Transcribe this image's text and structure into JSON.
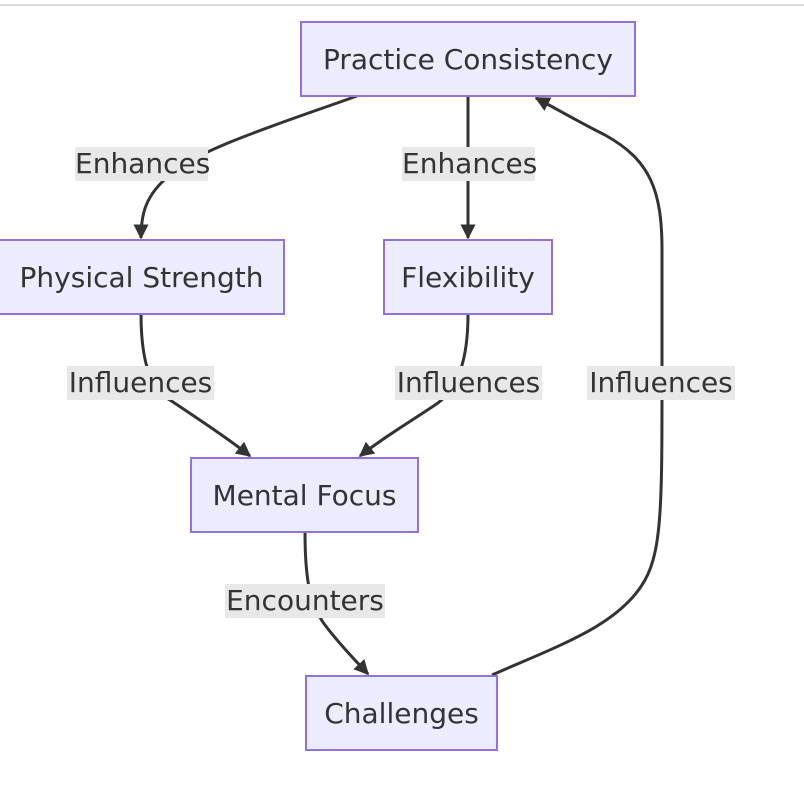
{
  "nodes": {
    "practice_consistency": "Practice Consistency",
    "physical_strength": "Physical Strength",
    "flexibility": "Flexibility",
    "mental_focus": "Mental Focus",
    "challenges": "Challenges"
  },
  "edges": {
    "consistency_to_strength": "Enhances",
    "consistency_to_flexibility": "Enhances",
    "strength_to_focus": "Influences",
    "flexibility_to_focus": "Influences",
    "focus_to_challenges": "Encounters",
    "challenges_to_consistency": "Influences"
  },
  "colors": {
    "node_fill": "#ececff",
    "node_border": "#9370db",
    "edge_stroke": "#333333",
    "label_background": "#e8e8e8"
  }
}
